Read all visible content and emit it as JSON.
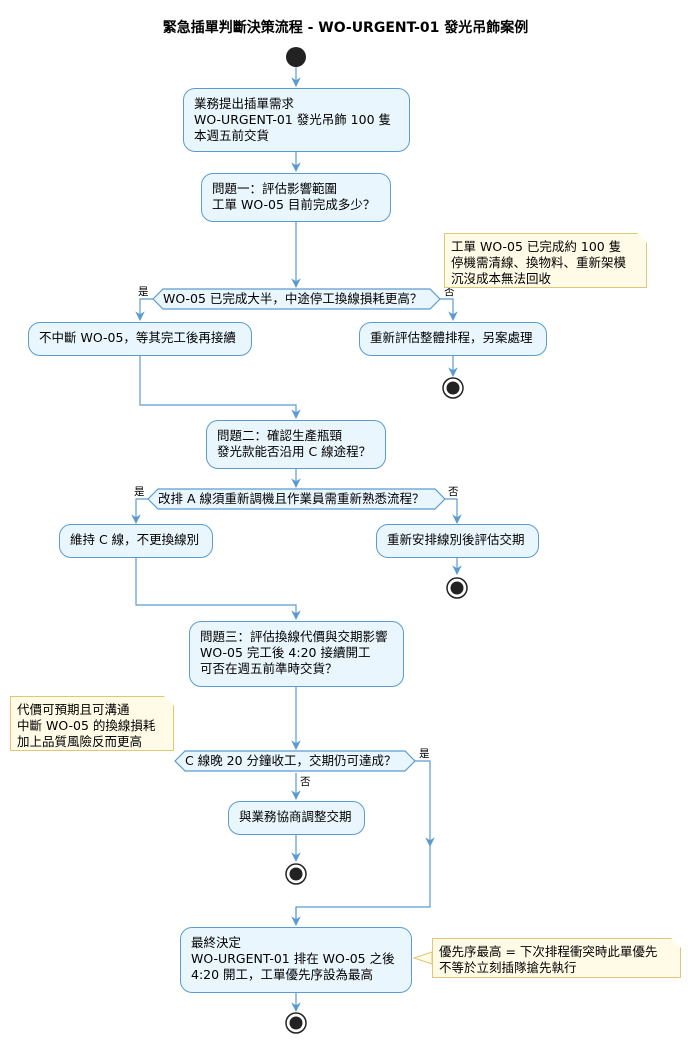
{
  "title": "緊急插單判斷決策流程 - WO-URGENT-01 發光吊飾案例",
  "nodes": {
    "request": "業務提出插單需求\nWO-URGENT-01 發光吊飾 100 隻\n本週五前交貨",
    "q1": "問題一：評估影響範圍\n工單 WO-05 目前完成多少？",
    "d1": "WO-05 已完成大半，中途停工換線損耗更高？",
    "d1_yes_action": "不中斷 WO-05，等其完工後再接續",
    "d1_no_action": "重新評估整體排程，另案處理",
    "q2": "問題二：確認生產瓶頸\n發光款能否沿用 C 線途程？",
    "d2": "改排 A 線須重新調機且作業員需重新熟悉流程？",
    "d2_yes_action": "維持 C 線，不更換線別",
    "d2_no_action": "重新安排線別後評估交期",
    "q3": "問題三：評估換線代價與交期影響\nWO-05 完工後 4:20 接續開工\n可否在週五前準時交貨？",
    "d3": "C 線晚 20 分鐘收工，交期仍可達成？",
    "d3_no_action": "與業務協商調整交期",
    "final": "最終決定\nWO-URGENT-01 排在 WO-05 之後\n4:20 開工，工單優先序設為最高"
  },
  "branch_labels": {
    "d1_yes": "是",
    "d1_no": "否",
    "d2_yes": "是",
    "d2_no": "否",
    "d3_yes": "是",
    "d3_no": "否"
  },
  "notes": {
    "note1": "工單 WO-05 已完成約 100 隻\n停機需清線、換物料、重新架模\n沉沒成本無法回收",
    "note2": "代價可預期且可溝通\n中斷 WO-05 的換線損耗\n加上品質風險反而更高",
    "note3": "優先序最高 = 下次排程衝突時此單優先\n不等於立刻插隊搶先執行"
  },
  "colors": {
    "box_fill": "#eaf6fd",
    "box_border": "#5b9bd0",
    "note_fill": "#fffbe6",
    "note_border": "#e0c676",
    "arrow": "#5b9bd0",
    "node_dark": "#222222"
  }
}
